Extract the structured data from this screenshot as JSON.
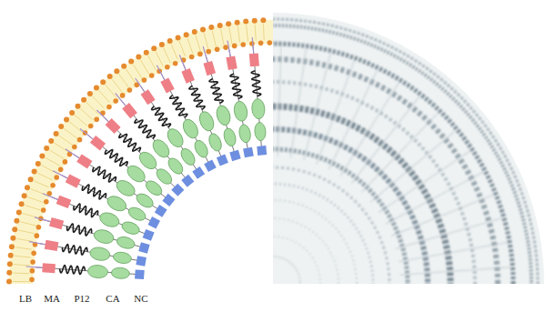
{
  "diagram": {
    "labels": [
      "LB",
      "MA",
      "P12",
      "CA",
      "NC"
    ]
  }
}
